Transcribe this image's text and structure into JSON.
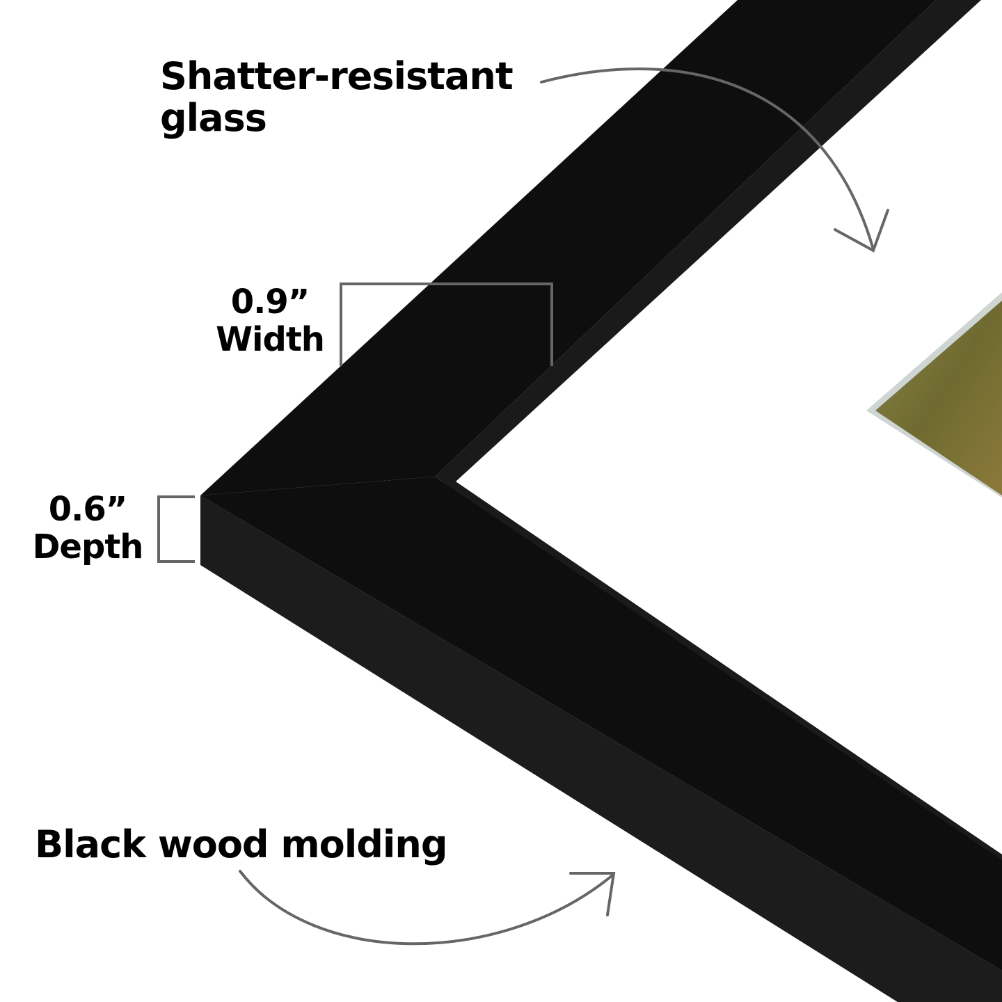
{
  "labels": {
    "glass": [
      "Shatter-resistant",
      "glass"
    ],
    "width": [
      "0.9”",
      "Width"
    ],
    "depth": [
      "0.6”",
      "Depth"
    ],
    "molding": "Black wood molding"
  },
  "colors": {
    "frame_face": "#0e0e0e",
    "frame_side": "#1c1c1c",
    "lip": "#1a1a1a",
    "annotation": "#666666",
    "photo": "#7a7436"
  }
}
